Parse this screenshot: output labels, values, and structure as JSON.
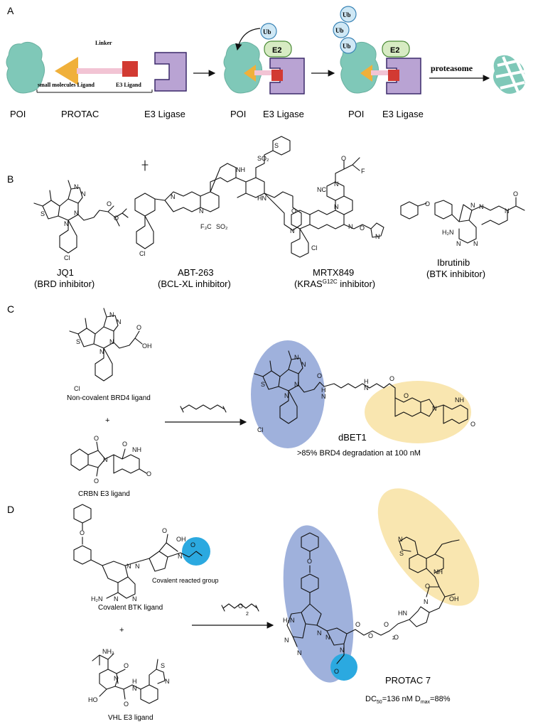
{
  "panels": {
    "a": {
      "letter": "A",
      "poi": "POI",
      "protac": "PROTAC",
      "e3_ligase": "E3 Ligase",
      "linker": "Linker",
      "small_ligand": "small molecules Ligand",
      "e3_ligand": "E3 Ligand",
      "ub": "Ub",
      "e2": "E2",
      "proteasome": "proteasome"
    },
    "b": {
      "letter": "B",
      "compounds": [
        {
          "name": "JQ1",
          "target": "(BRD inhibitor)"
        },
        {
          "name": "ABT-263",
          "target": "(BCL-XL inhibitor)"
        },
        {
          "name": "MRTX849",
          "target_pre": "(KRAS",
          "target_sup": "G12C",
          "target_post": " inhibitor)"
        },
        {
          "name": "Ibrutinib",
          "target": "(BTK inhibitor)"
        }
      ]
    },
    "c": {
      "letter": "C",
      "ligand1": "Non-covalent BRD4 ligand",
      "plus": "+",
      "ligand2": "CRBN E3 ligand",
      "product": "dBET1",
      "result": ">85% BRD4 degradation at 100 nM"
    },
    "d": {
      "letter": "D",
      "covalent_group": "Covalent reacted group",
      "ligand1": "Covalent BTK ligand",
      "plus": "+",
      "ligand2": "VHL E3 ligand",
      "product": "PROTAC 7",
      "linker_sub": "2",
      "dc50_pre": "DC",
      "dc50_sub": "50",
      "dc50_val": "=136 nM D",
      "dmax_sub": "max",
      "dmax_val": "=88%"
    }
  },
  "atoms": {
    "N": "N",
    "O": "O",
    "S": "S",
    "F": "F",
    "Cl": "Cl",
    "H": "H",
    "NH": "NH",
    "HN": "HN",
    "OH": "OH",
    "HO": "HO",
    "NH2": "NH₂",
    "H2N": "H₂N",
    "CN": "NC",
    "F3C": "F₃C",
    "SO2": "SO₂",
    "OtBu": "O"
  },
  "colors": {
    "poi": "#7fc8b8",
    "protac_warhead": "#f0b03a",
    "linker": "#f2c4d4",
    "e3_ligand": "#d23a32",
    "e3_ligase": "#b9a3d3",
    "e3_border": "#3b2a6b",
    "ub": "#cfe8f5",
    "e2": "#d7ebc3",
    "blue_region": "#9fb1dc",
    "yellow_region": "#f9e6b0",
    "cyan_region": "#2ba9e0"
  }
}
